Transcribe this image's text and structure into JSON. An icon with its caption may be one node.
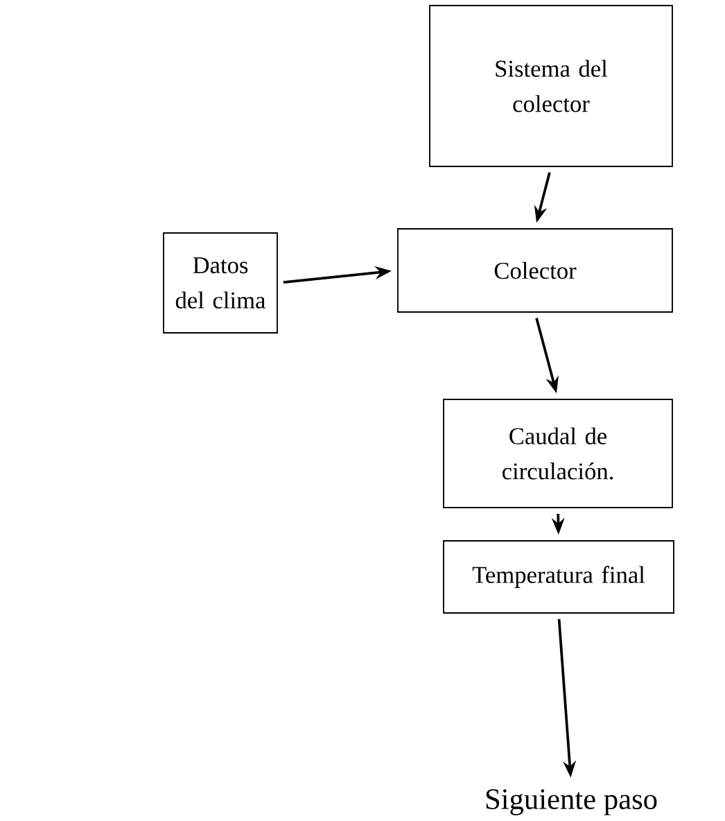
{
  "diagram": {
    "nodes": [
      {
        "text": [
          "Sistema del colector"
        ]
      },
      {
        "text": [
          "Datos del clima"
        ]
      },
      {
        "text": [
          "Colector"
        ]
      },
      {
        "text": [
          "Caudal de circulación."
        ]
      },
      {
        "text": [
          "Temperatura final"
        ]
      },
      {
        "text": [
          "Siguiente paso"
        ]
      }
    ],
    "edges": [
      {
        "from": 0,
        "to": 2,
        "arrow": "to"
      },
      {
        "from": 1,
        "to": 2,
        "arrow": "to"
      },
      {
        "from": 2,
        "to": 3,
        "arrow": "to"
      },
      {
        "from": 3,
        "to": 4,
        "arrow": "to"
      },
      {
        "from": 4,
        "to": 5,
        "arrow": "to"
      }
    ]
  }
}
